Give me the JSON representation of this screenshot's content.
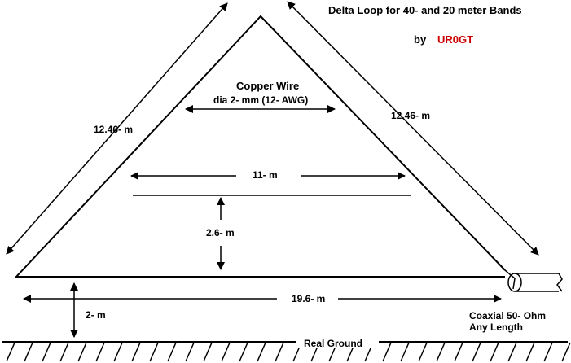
{
  "title": {
    "line1": "Delta Loop  for 40- and 20  meter Bands",
    "by": "by",
    "author": "UR0GT",
    "author_color": "#cc0000"
  },
  "wire": {
    "line1": "Copper Wire",
    "line2": "dia 2- mm (12- AWG)"
  },
  "dimensions": {
    "left_side": "12.46- m",
    "right_side": "12.46- m",
    "inner_width": "11- m",
    "inner_height": "2.6- m",
    "base": "19.6- m",
    "height_above_ground": "2- m"
  },
  "coax": {
    "line1": "Coaxial 50- Ohm",
    "line2": "Any Length"
  },
  "ground": {
    "label": "Real Ground"
  },
  "colors": {
    "lines": "#000000",
    "text": "#000000",
    "background": "#ffffff"
  }
}
